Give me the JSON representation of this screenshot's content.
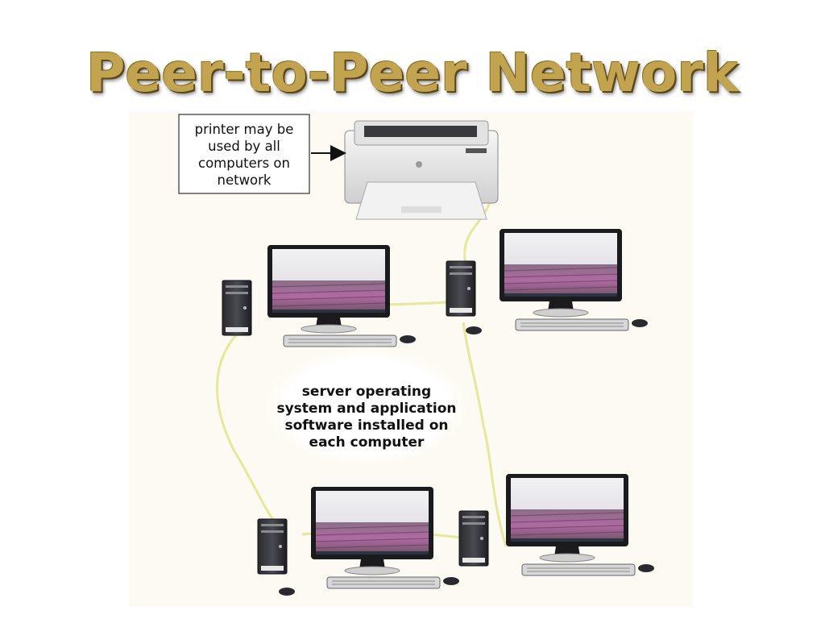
{
  "title": "Peer-to-Peer Network",
  "printer_callout": {
    "lines": [
      "printer may be",
      "used by all",
      "computers on",
      "network"
    ]
  },
  "software_callout": {
    "lines": [
      "server operating",
      "system and application",
      "software installed on",
      "each computer"
    ]
  },
  "colors": {
    "title": "#c2a450",
    "title_shadow": "#5a4616",
    "panel_background": "#fcfaf2",
    "cable": "#e6e89c"
  },
  "icons": {
    "printer": "printer-icon",
    "computer": "desktop-computer-icon",
    "arrow": "arrow-right-icon"
  }
}
